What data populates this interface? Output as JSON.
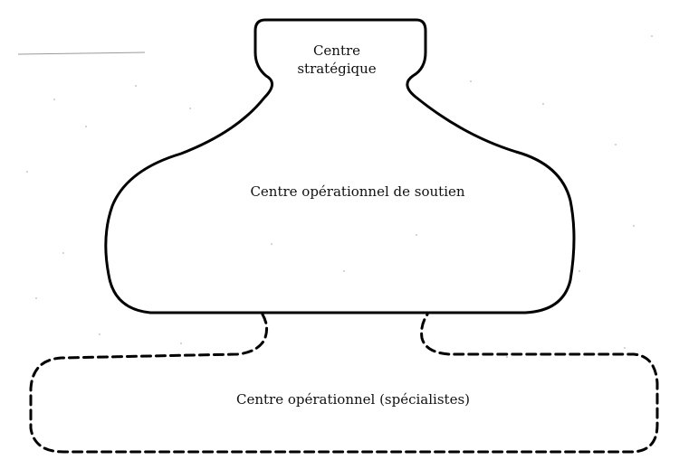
{
  "diagram": {
    "zones": {
      "strategic": {
        "label": "Centre stratégique",
        "border_style": "solid"
      },
      "support": {
        "label": "Centre opérationnel de soutien",
        "border_style": "solid"
      },
      "specialists": {
        "label": "Centre opérationnel (spécialistes)",
        "border_style": "dashed"
      }
    },
    "colors": {
      "stroke": "#000000",
      "background": "#ffffff",
      "text": "#111111"
    }
  }
}
